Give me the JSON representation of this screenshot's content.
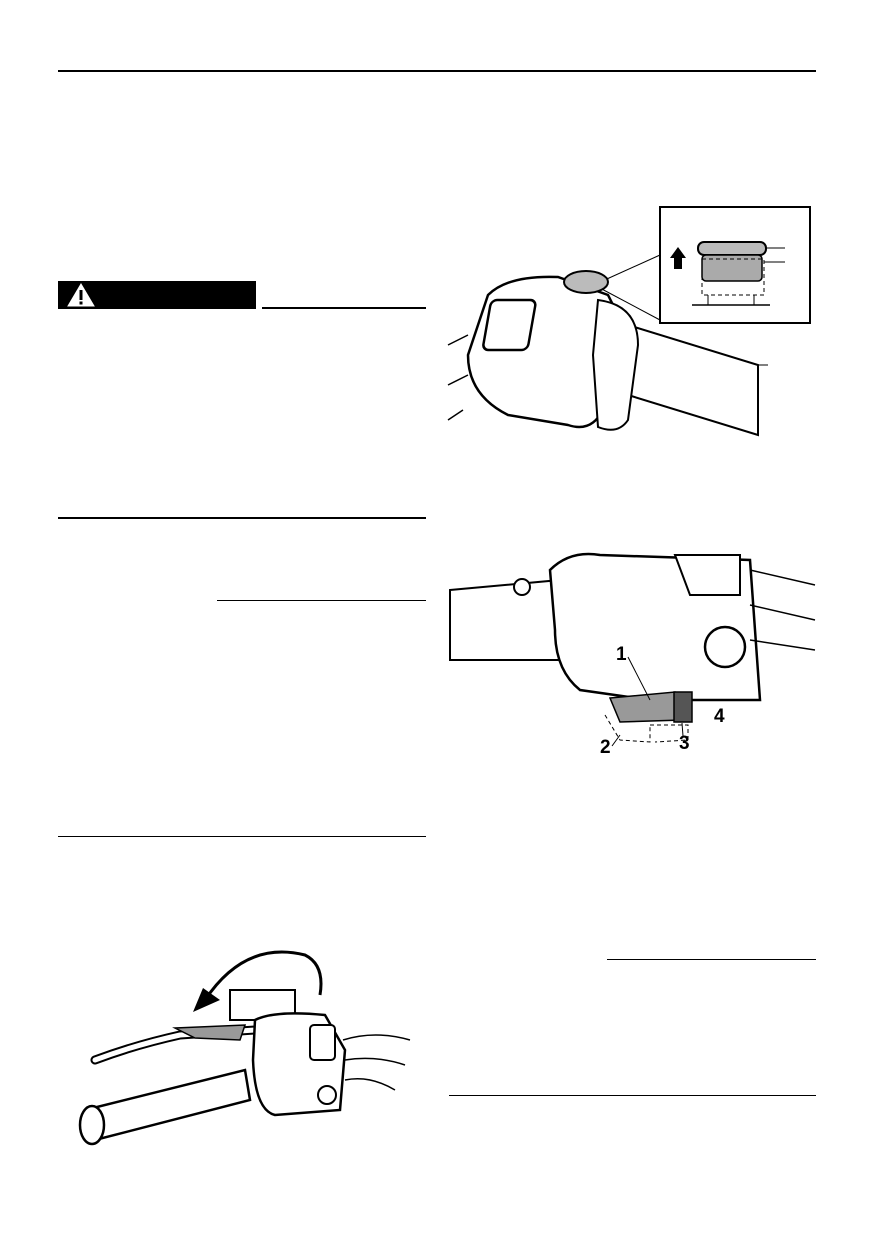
{
  "warning": {
    "icon": "warning-triangle-icon",
    "bar_color": "#000000"
  },
  "figures": {
    "dimmer_switch": {
      "inset_arrow_icon": "arrow-up-icon"
    },
    "throttle_detail": {
      "callouts": [
        "1",
        "2",
        "3",
        "4"
      ]
    },
    "brake_lever": {
      "rotate_arrow_icon": "curved-arrow-icon"
    }
  }
}
